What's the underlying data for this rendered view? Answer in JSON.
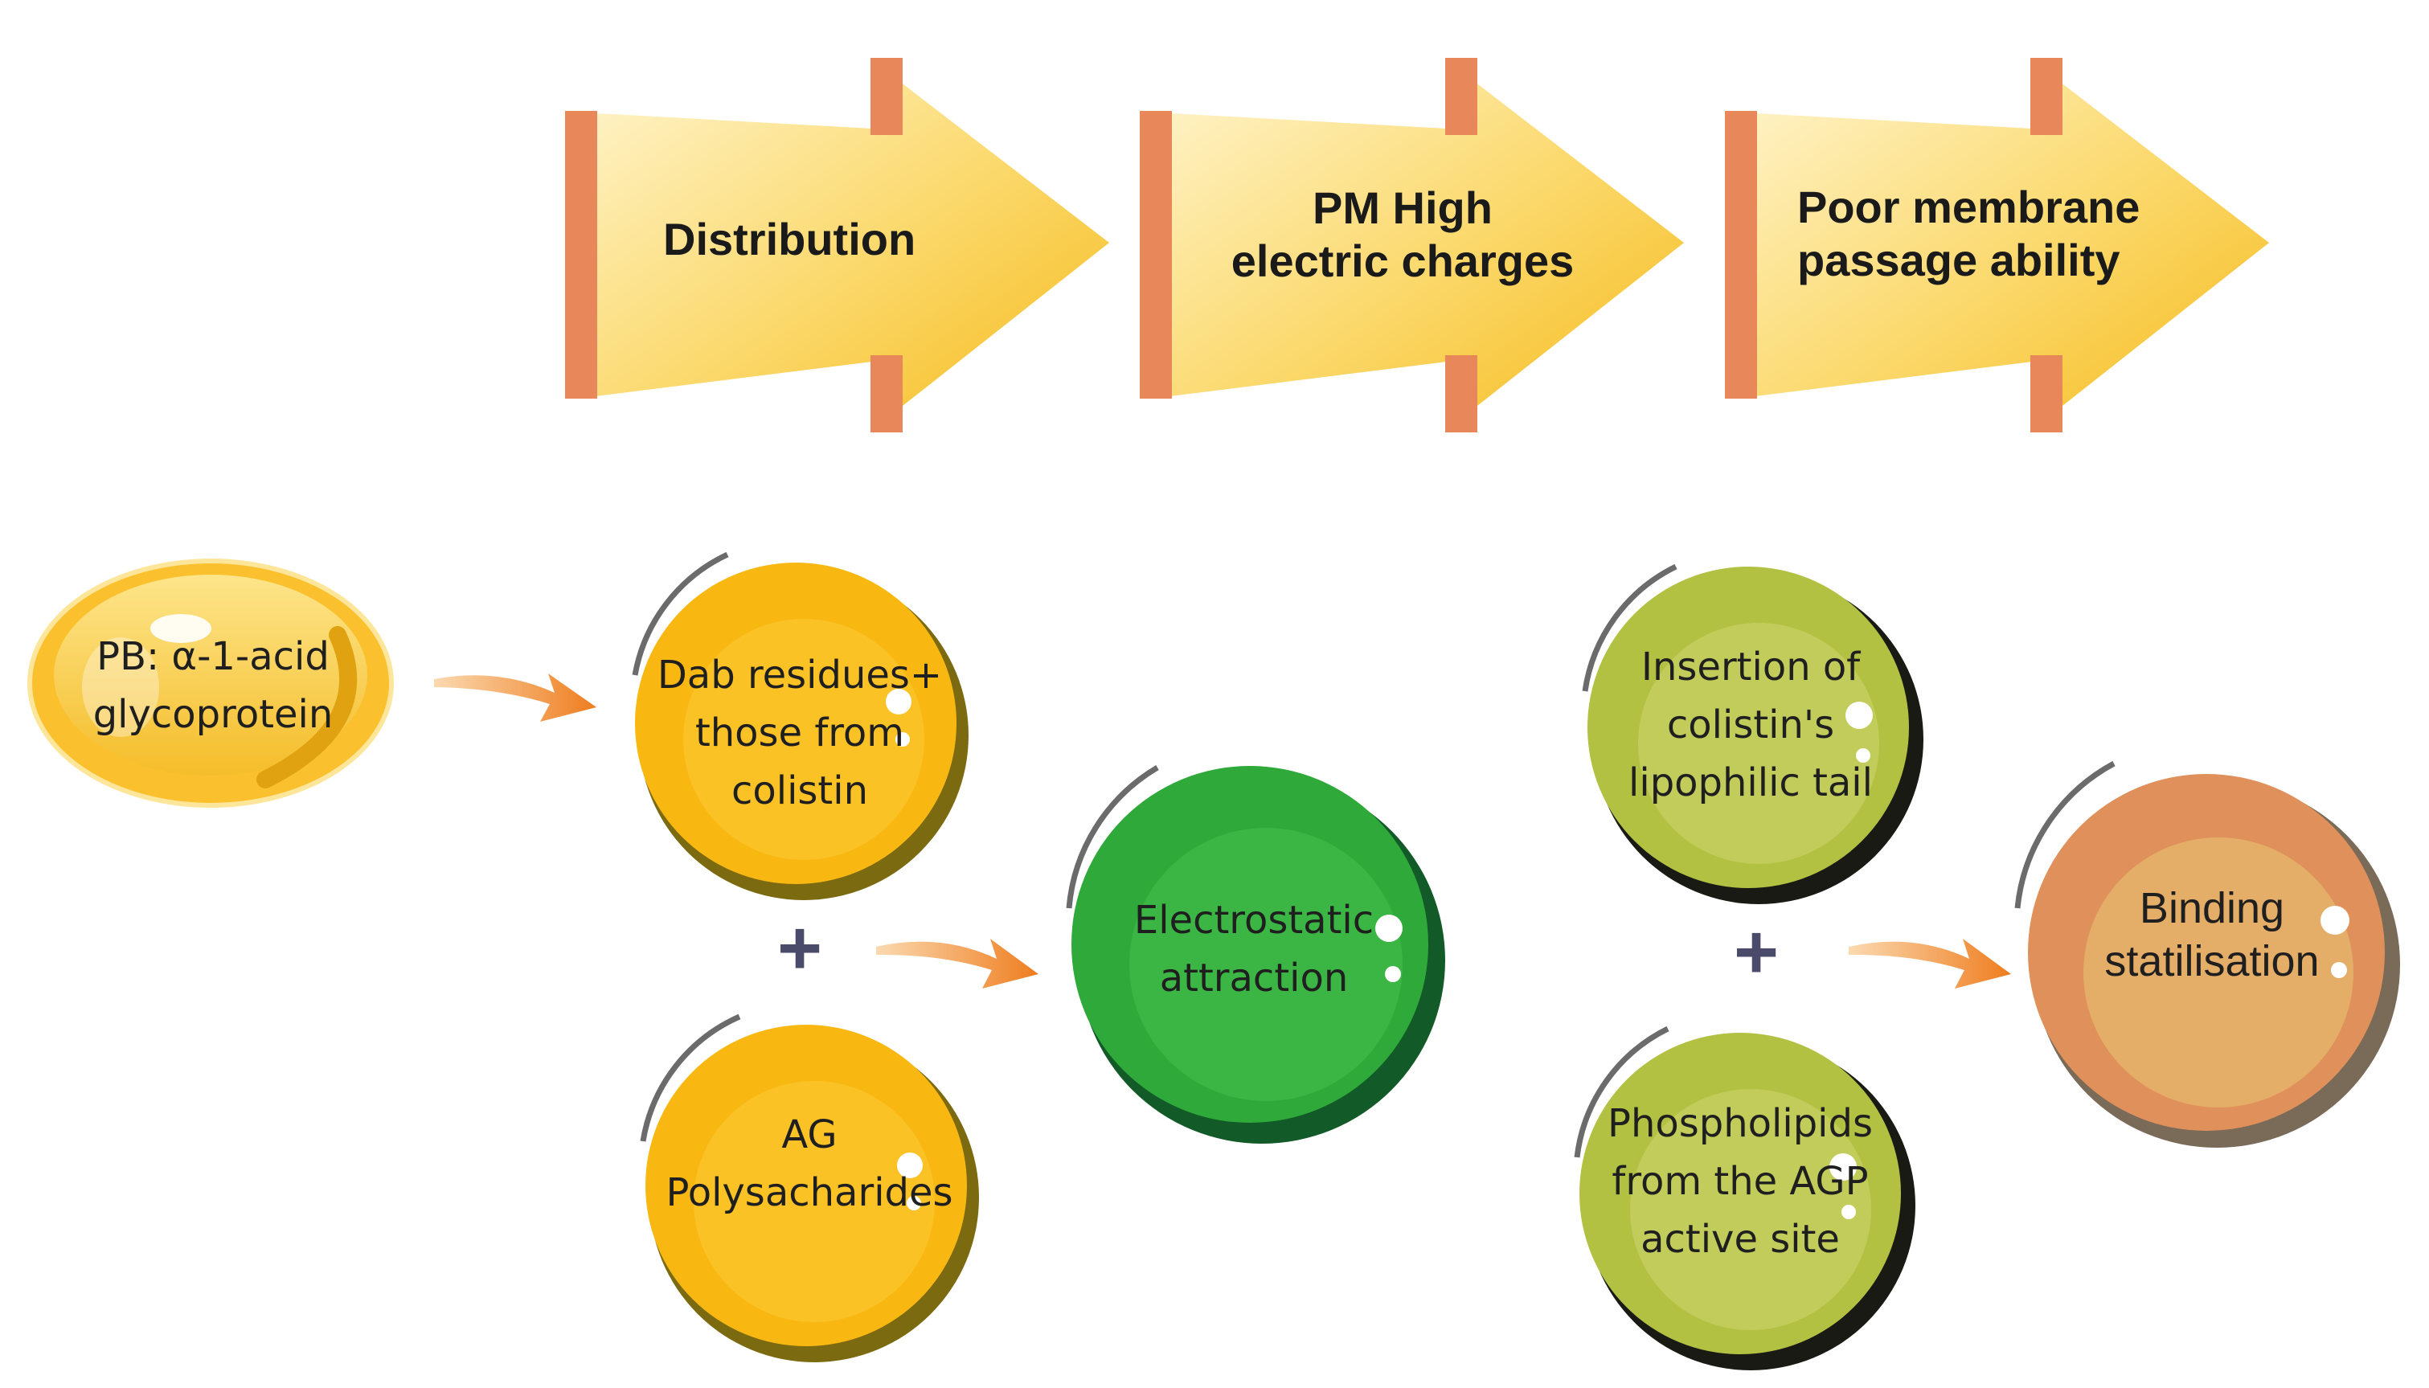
{
  "arrows": [
    {
      "line1": "Distribution",
      "line2": ""
    },
    {
      "line1": "PM High",
      "line2": "electric charges"
    },
    {
      "line1": "Poor membrane",
      "line2": "passage ability"
    }
  ],
  "nodes": {
    "pb": {
      "line1": "PB: α-1-acid",
      "line2": "glycoprotein"
    },
    "dab": {
      "line1": "Dab residues+",
      "line2": "those from",
      "line3": "colistin"
    },
    "ag": {
      "line1": "AG",
      "line2": "Polysacharides"
    },
    "electro": {
      "line1": "Electrostatic",
      "line2": "attraction"
    },
    "insertion": {
      "line1": "Insertion of",
      "line2": "colistin's",
      "line3": "lipophilic tail"
    },
    "phospho": {
      "line1": "Phospholipids",
      "line2": "from the AGP",
      "line3": "active site"
    },
    "binding": {
      "line1": "Binding",
      "line2": "statilisation"
    }
  },
  "plus_signs": [
    "+",
    "+"
  ],
  "colors": {
    "arrow_fill_light": "#fff3c4",
    "arrow_fill_dark": "#f7c744",
    "arrow_bar": "#e8875a",
    "orange": "#f9b712",
    "green": "#2fa93a",
    "olive": "#b3c143",
    "terracotta": "#e0905a",
    "connector": "#f08a2a"
  }
}
